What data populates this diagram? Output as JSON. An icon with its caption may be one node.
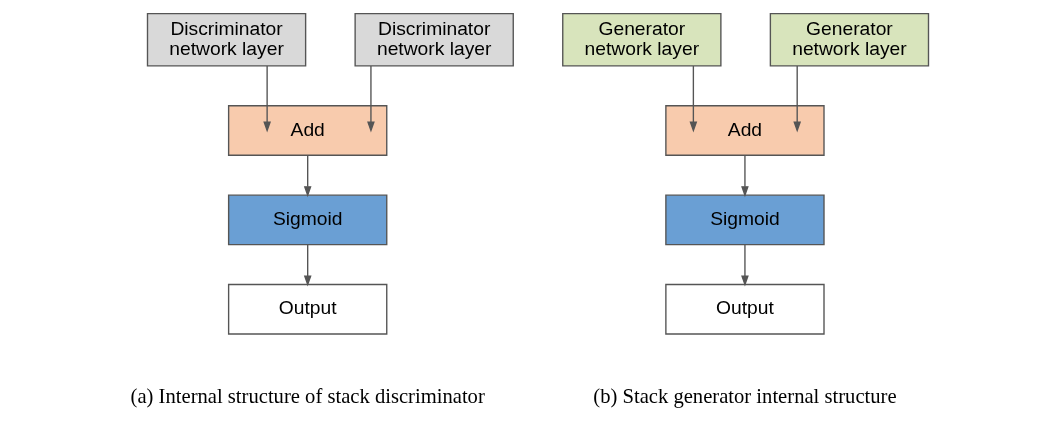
{
  "diagram": {
    "nodes": [
      {
        "text": [
          "Discriminator network layer"
        ]
      },
      {
        "text": [
          "Discriminator network layer"
        ]
      },
      {
        "text": [
          "Add"
        ]
      },
      {
        "text": [
          "Sigmoid"
        ]
      },
      {
        "text": [
          "Output"
        ]
      },
      {
        "text": [
          "Generator network layer"
        ]
      },
      {
        "text": [
          "Generator network layer"
        ]
      },
      {
        "text": [
          "Add"
        ]
      },
      {
        "text": [
          "Sigmoid"
        ]
      },
      {
        "text": [
          "Output"
        ]
      }
    ],
    "edges": [
      {
        "from": 0,
        "to": 2,
        "arrow": "to"
      },
      {
        "from": 1,
        "to": 2,
        "arrow": "to"
      },
      {
        "from": 2,
        "to": 3,
        "arrow": "to"
      },
      {
        "from": 3,
        "to": 4,
        "arrow": "to"
      },
      {
        "from": 5,
        "to": 7,
        "arrow": "to"
      },
      {
        "from": 6,
        "to": 7,
        "arrow": "to"
      },
      {
        "from": 7,
        "to": 8,
        "arrow": "to"
      },
      {
        "from": 8,
        "to": 9,
        "arrow": "to"
      }
    ],
    "labels": [
      "(a) Internal structure of stack discriminator",
      "(b) Stack generator internal structure"
    ]
  }
}
